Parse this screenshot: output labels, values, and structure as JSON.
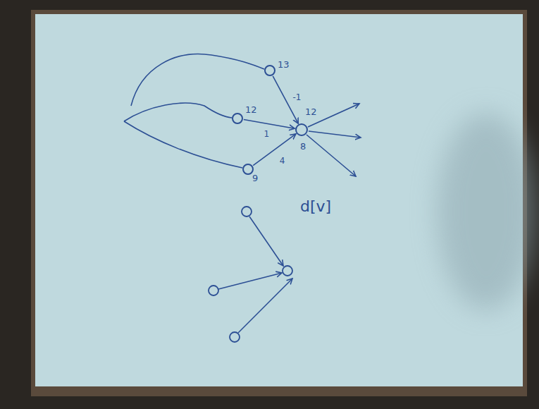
{
  "diagram": {
    "nodes": [
      {
        "text": [
          "13"
        ]
      },
      {
        "text": [
          "12"
        ]
      },
      {
        "text": [
          "9"
        ]
      },
      {
        "text": [
          "12",
          "8"
        ]
      }
    ],
    "edges": [
      {
        "from": 0,
        "to": 3,
        "label": "-1",
        "arrow": "to"
      },
      {
        "from": 1,
        "to": 3,
        "label": "1",
        "arrow": "to"
      },
      {
        "from": 2,
        "to": 3,
        "label": "4",
        "arrow": "to"
      }
    ],
    "labels": [
      "d[v]"
    ]
  }
}
